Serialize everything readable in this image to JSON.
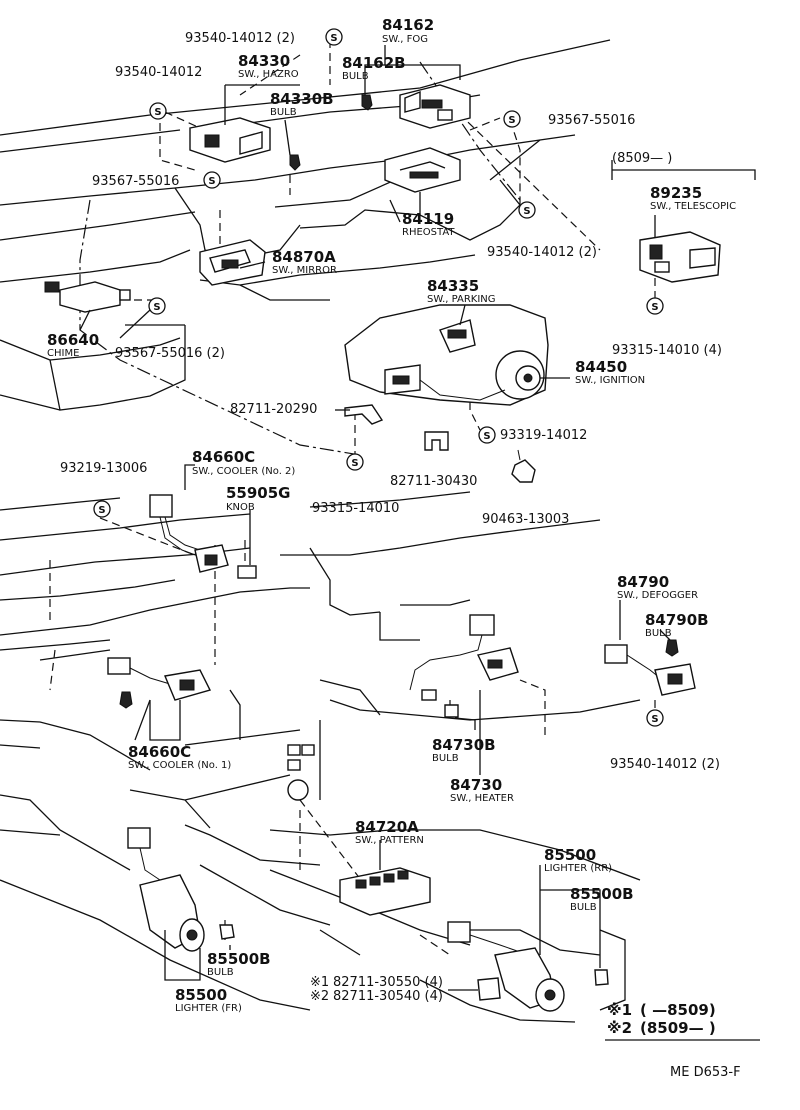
{
  "parts": [
    {
      "number": "93540-14012 (2)"
    },
    {
      "number": "84162",
      "desc": "SW., FOG"
    },
    {
      "number": "93540-14012"
    },
    {
      "number": "84330",
      "desc": "SW., HAZRO"
    },
    {
      "number": "84162B",
      "desc": "BULB"
    },
    {
      "number": "84330B",
      "desc": "BULB"
    },
    {
      "number": "93567-55016"
    },
    {
      "number": "93567-55016"
    },
    {
      "number": "84119",
      "desc": "RHEOSTAT"
    },
    {
      "number": "93540-14012 (2)"
    },
    {
      "number": "84870A",
      "desc": "SW., MIRROR"
    },
    {
      "number": "86640",
      "desc": "CHIME"
    },
    {
      "number": "93567-55016 (2)"
    },
    {
      "number": "84335",
      "desc": "SW., PARKING"
    },
    {
      "number": "84450",
      "desc": "SW., IGNITION"
    },
    {
      "number": "82711-20290"
    },
    {
      "number": "93319-14012"
    },
    {
      "number": "82711-30430"
    },
    {
      "number": "84660C",
      "desc": "SW., COOLER (No. 2)"
    },
    {
      "number": "93219-13006"
    },
    {
      "number": "55905G",
      "desc": "KNOB"
    },
    {
      "number": "93315-14010"
    },
    {
      "number": "90463-13003"
    },
    {
      "number": "89235",
      "desc": "SW., TELESCOPIC"
    },
    {
      "number": "93315-14010 (4)"
    },
    {
      "number": "84790",
      "desc": "SW., DEFOGGER"
    },
    {
      "number": "84790B",
      "desc": "BULB"
    },
    {
      "number": "93540-14012 (2)"
    },
    {
      "number": "84660C",
      "desc": "SW., COOLER (No. 1)"
    },
    {
      "number": "84730B",
      "desc": "BULB"
    },
    {
      "number": "84730",
      "desc": "SW., HEATER"
    },
    {
      "number": "84720A",
      "desc": "SW., PATTERN"
    },
    {
      "number": "85500",
      "desc": "LIGHTER (RR)"
    },
    {
      "number": "85500B",
      "desc": "BULB"
    },
    {
      "number": "85500B",
      "desc": "BULB"
    },
    {
      "number": "85500",
      "desc": "LIGHTER (FR)"
    }
  ],
  "footnote_parts": [
    {
      "mark": "※1",
      "number": "82711-30550 (4)"
    },
    {
      "mark": "※2",
      "number": "82711-30540 (4)"
    }
  ],
  "date_note": "(8509—        )",
  "legend": [
    {
      "mark": "※1",
      "text": "(        —8509)"
    },
    {
      "mark": "※2",
      "text": "(8509—        )"
    }
  ],
  "screw_symbol": "S",
  "figure_code": "ME  D653-F"
}
